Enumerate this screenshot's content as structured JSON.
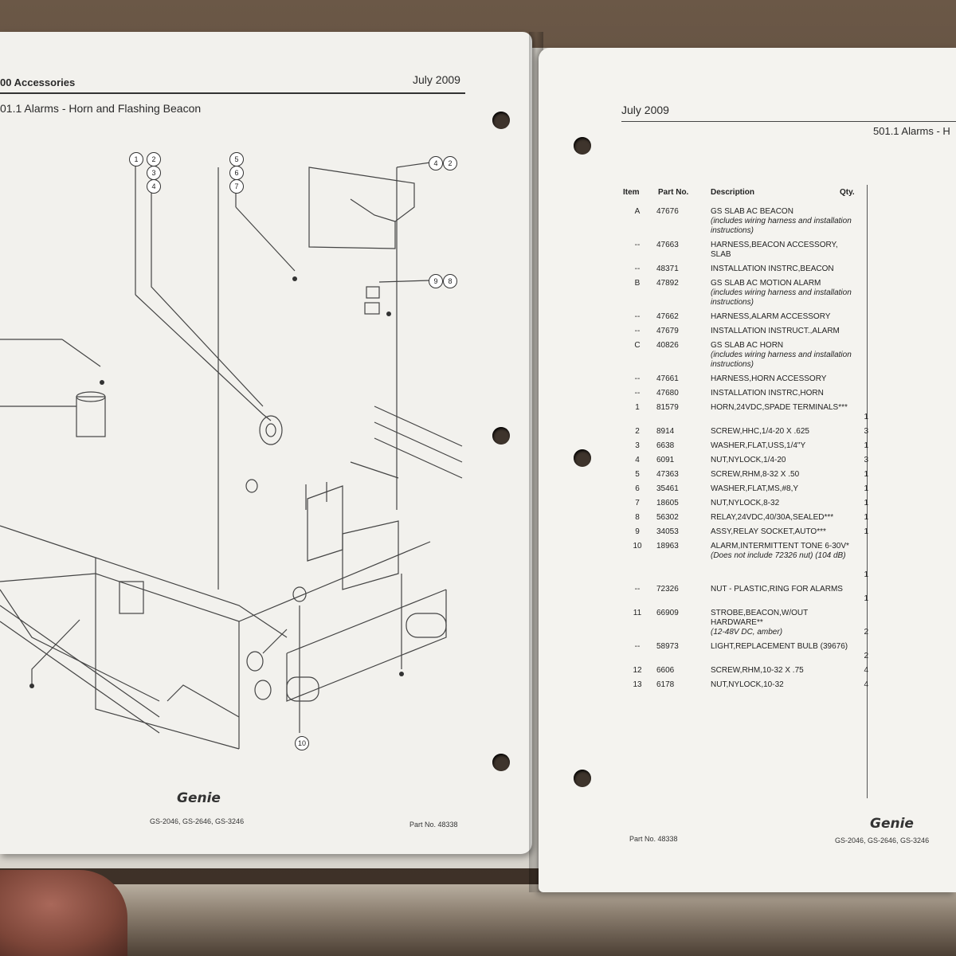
{
  "left_page": {
    "section_header": "00 Accessories",
    "date": "July 2009",
    "subtitle": "01.1 Alarms - Horn and Flashing Beacon",
    "callouts": [
      "1",
      "2",
      "3",
      "4",
      "5",
      "6",
      "7",
      "4",
      "2",
      "9",
      "8",
      "10"
    ],
    "footer_logo": "Genie",
    "footer_models": "GS-2046, GS-2646, GS-3246",
    "footer_part_no": "Part No. 48338"
  },
  "right_page": {
    "date": "July 2009",
    "subtitle": "501.1 Alarms - H",
    "columns": {
      "item": "Item",
      "part_no": "Part No.",
      "description": "Description",
      "qty": "Qty."
    },
    "rows": [
      {
        "item": "A",
        "part_no": "47676",
        "desc": "GS SLAB AC BEACON",
        "note": "(includes wiring harness and installation instructions)",
        "qty": ""
      },
      {
        "item": "--",
        "part_no": "47663",
        "desc": "HARNESS,BEACON ACCESSORY, SLAB",
        "note": "",
        "qty": ""
      },
      {
        "item": "--",
        "part_no": "48371",
        "desc": "INSTALLATION INSTRC,BEACON",
        "note": "",
        "qty": ""
      },
      {
        "item": "B",
        "part_no": "47892",
        "desc": "GS SLAB AC MOTION ALARM",
        "note": "(includes wiring harness and installation instructions)",
        "qty": ""
      },
      {
        "item": "--",
        "part_no": "47662",
        "desc": "HARNESS,ALARM ACCESSORY",
        "note": "",
        "qty": ""
      },
      {
        "item": "--",
        "part_no": "47679",
        "desc": "INSTALLATION INSTRUCT.,ALARM",
        "note": "",
        "qty": ""
      },
      {
        "item": "C",
        "part_no": "40826",
        "desc": "GS SLAB AC HORN",
        "note": "(includes wiring harness and installation instructions)",
        "qty": ""
      },
      {
        "item": "--",
        "part_no": "47661",
        "desc": "HARNESS,HORN ACCESSORY",
        "note": "",
        "qty": ""
      },
      {
        "item": "--",
        "part_no": "47680",
        "desc": "INSTALLATION INSTRC,HORN",
        "note": "",
        "qty": ""
      },
      {
        "item": "1",
        "part_no": "81579",
        "desc": "HORN,24VDC,SPADE TERMINALS***",
        "note": "",
        "qty": "1"
      },
      {
        "item": "2",
        "part_no": "8914",
        "desc": "SCREW,HHC,1/4-20 X .625",
        "note": "",
        "qty": "3"
      },
      {
        "item": "3",
        "part_no": "6638",
        "desc": "WASHER,FLAT,USS,1/4\"Y",
        "note": "",
        "qty": "1"
      },
      {
        "item": "4",
        "part_no": "6091",
        "desc": "NUT,NYLOCK,1/4-20",
        "note": "",
        "qty": "3"
      },
      {
        "item": "5",
        "part_no": "47363",
        "desc": "SCREW,RHM,8-32 X .50",
        "note": "",
        "qty": "1"
      },
      {
        "item": "6",
        "part_no": "35461",
        "desc": "WASHER,FLAT,MS,#8,Y",
        "note": "",
        "qty": "1"
      },
      {
        "item": "7",
        "part_no": "18605",
        "desc": "NUT,NYLOCK,8-32",
        "note": "",
        "qty": "1"
      },
      {
        "item": "8",
        "part_no": "56302",
        "desc": "RELAY,24VDC,40/30A,SEALED***",
        "note": "",
        "qty": "1"
      },
      {
        "item": "9",
        "part_no": "34053",
        "desc": "ASSY,RELAY SOCKET,AUTO***",
        "note": "",
        "qty": "1"
      },
      {
        "item": "10",
        "part_no": "18963",
        "desc": "ALARM,INTERMITTENT TONE 6-30V*",
        "note": "(Does not include 72326 nut) (104 dB)",
        "qty": "1"
      },
      {
        "item": "--",
        "part_no": "72326",
        "desc": "NUT - PLASTIC,RING FOR ALARMS",
        "note": "",
        "qty": "1"
      },
      {
        "item": "11",
        "part_no": "66909",
        "desc": "STROBE,BEACON,W/OUT HARDWARE**",
        "note": "(12-48V DC, amber)",
        "qty": "2"
      },
      {
        "item": "--",
        "part_no": "58973",
        "desc": "LIGHT,REPLACEMENT BULB (39676)",
        "note": "",
        "qty": "2"
      },
      {
        "item": "12",
        "part_no": "6606",
        "desc": "SCREW,RHM,10-32 X .75",
        "note": "",
        "qty": "4"
      },
      {
        "item": "13",
        "part_no": "6178",
        "desc": "NUT,NYLOCK,10-32",
        "note": "",
        "qty": "4"
      }
    ],
    "footer_logo": "Genie",
    "footer_part_no": "Part No. 48338",
    "footer_models": "GS-2046, GS-2646, GS-3246"
  }
}
